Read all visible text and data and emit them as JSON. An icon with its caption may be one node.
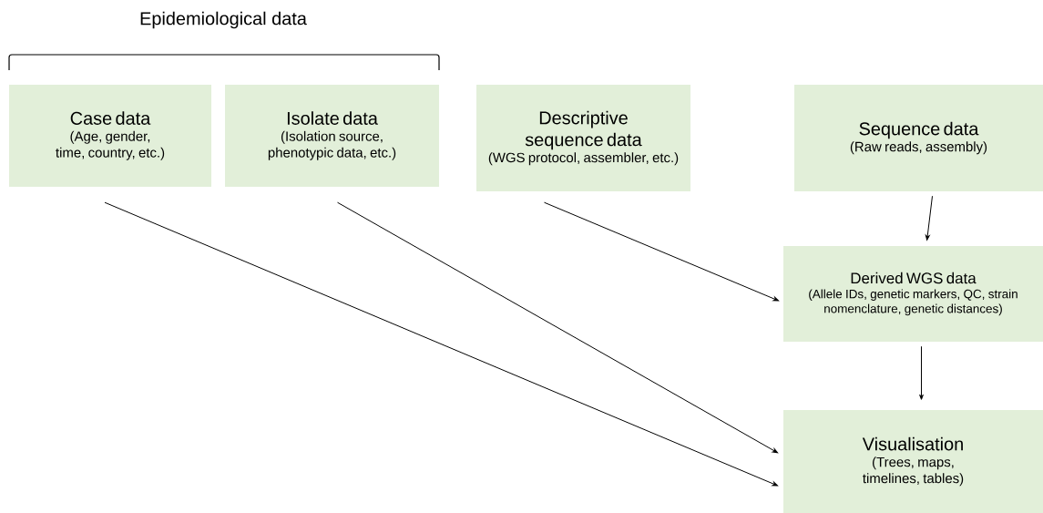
{
  "diagram": {
    "nodes": [
      {
        "text": [
          "Case data",
          "(Age, gender, time, country, etc.)"
        ]
      },
      {
        "text": [
          "Isolate data",
          "(Isolation source, phenotypic data, etc.)"
        ]
      },
      {
        "text": [
          "Descriptive sequence data",
          "(WGS protocol, assembler, etc.)"
        ]
      },
      {
        "text": [
          "Sequence data",
          "(Raw reads, assembly)"
        ]
      },
      {
        "text": [
          "Derived WGS data",
          "(Allele IDs, genetic markers, QC, strain nomenclature, genetic distances)"
        ]
      },
      {
        "text": [
          "Visualisation",
          "(Trees, maps, timelines, tables)"
        ]
      }
    ],
    "edges": [
      {
        "from": 3,
        "to": 4,
        "arrow": "to"
      },
      {
        "from": 2,
        "to": 4,
        "arrow": "to"
      },
      {
        "from": 4,
        "to": 5,
        "arrow": "to"
      },
      {
        "from": 1,
        "to": 5,
        "arrow": "to"
      },
      {
        "from": 0,
        "to": 5,
        "arrow": "to"
      }
    ],
    "labels": [
      "Epidemiological data"
    ]
  }
}
